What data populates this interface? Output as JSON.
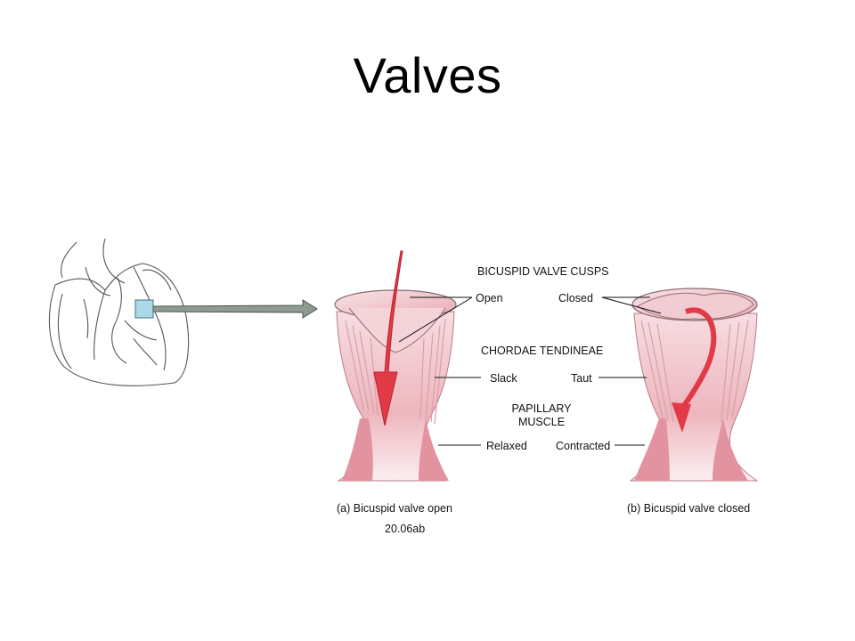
{
  "title": "Valves",
  "labels": {
    "cusps": "BICUSPID VALVE CUSPS",
    "open": "Open",
    "closed": "Closed",
    "chordae": "CHORDAE TENDINEAE",
    "slack": "Slack",
    "taut": "Taut",
    "papillary_line1": "PAPILLARY",
    "papillary_line2": "MUSCLE",
    "relaxed": "Relaxed",
    "contracted": "Contracted"
  },
  "captions": {
    "a": "(a) Bicuspid valve open",
    "b": "(b) Bicuspid valve closed",
    "figure_id": "20.06ab"
  },
  "colors": {
    "highlight_box": "#a9d8e6",
    "pointer_arrow": "#8e9b90",
    "flow_arrow": "#e23a47",
    "tissue": "#f0c6cc"
  }
}
